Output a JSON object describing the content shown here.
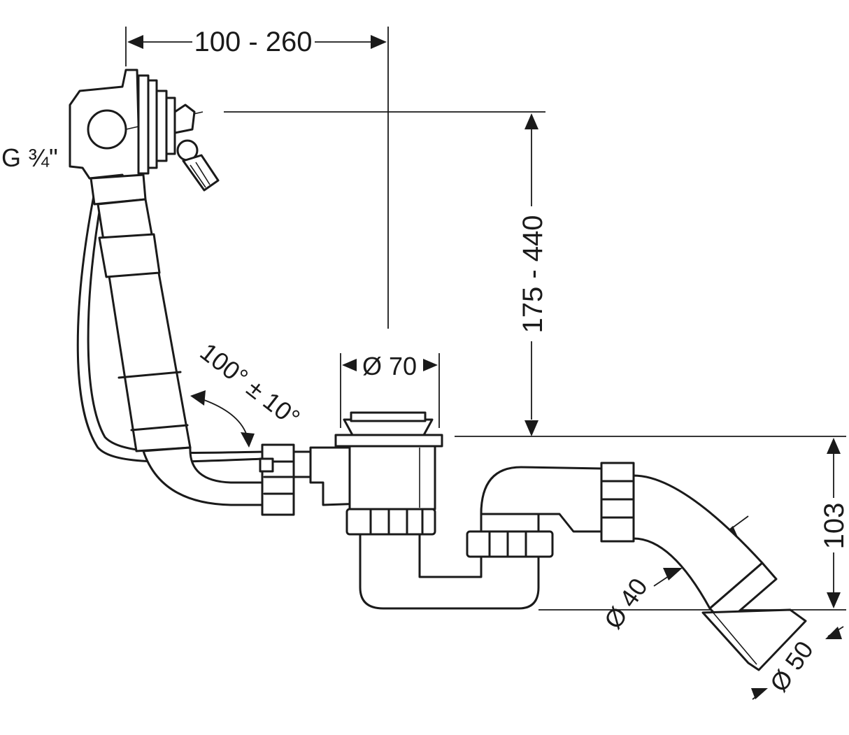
{
  "dimensions": {
    "horizontal_reach": "100 - 260",
    "vertical_height": "175 - 440",
    "drain_diameter": "Ø 70",
    "pipe_diameter": "Ø 40",
    "outlet_diameter": "Ø 50",
    "trap_height": "103",
    "thread_size": "G ¾\"",
    "angle": "100° ± 10°"
  }
}
